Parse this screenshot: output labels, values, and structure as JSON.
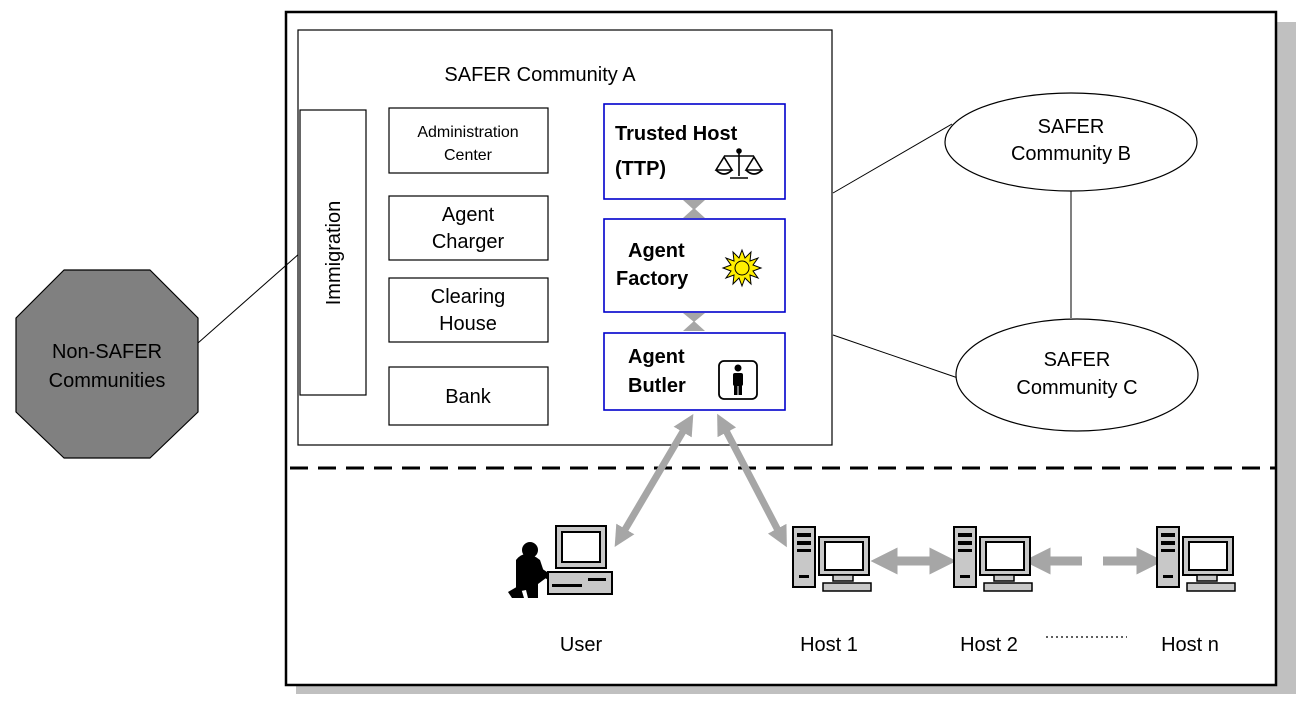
{
  "community_a": {
    "title": "SAFER Community A",
    "immigration": "Immigration",
    "services": {
      "administration_center": [
        "Administration",
        "Center"
      ],
      "agent_charger": [
        "Agent",
        "Charger"
      ],
      "clearing_house": [
        "Clearing",
        "House"
      ],
      "bank": "Bank"
    },
    "components": {
      "trusted_host": [
        "Trusted Host",
        "(TTP)"
      ],
      "agent_factory": [
        "Agent",
        "Factory"
      ],
      "agent_butler": [
        "Agent",
        "Butler"
      ]
    }
  },
  "community_b": [
    "SAFER",
    "Community B"
  ],
  "community_c": [
    "SAFER",
    "Community C"
  ],
  "non_safer": [
    "Non-SAFER",
    "Communities"
  ],
  "nodes": {
    "user": "User",
    "host1": "Host 1",
    "host2": "Host 2",
    "hostn": "Host n"
  },
  "icons": {
    "trusted_host": "scales-icon",
    "agent_factory": "sun-icon",
    "agent_butler": "person-icon",
    "user": "user-workstation-icon",
    "host": "host-computer-icon"
  },
  "colors": {
    "component_border": "#0000cc",
    "arrow": "#a6a6a6",
    "non_safer_fill": "#808080",
    "shadow": "#c0c0c0",
    "sun": "#ffee00"
  }
}
